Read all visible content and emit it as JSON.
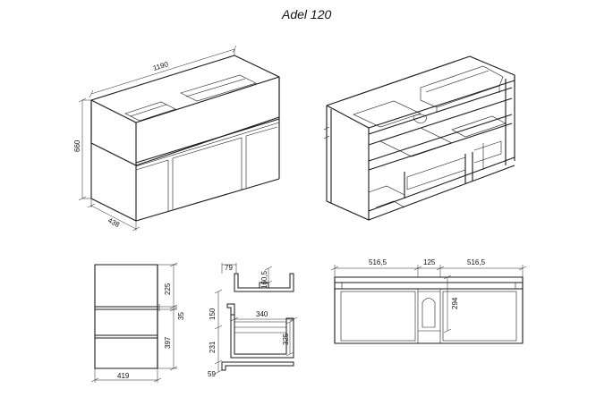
{
  "title": "Adel 120",
  "iso_view": {
    "width": "1190",
    "height": "660",
    "depth": "438"
  },
  "side_view": {
    "top_gap": "225",
    "rail": "35",
    "drawer": "397",
    "depth": "419"
  },
  "section_view": {
    "top_offset": "79",
    "top_shelf": "160,5",
    "opening_width": "340",
    "upper_height": "150",
    "lower_depth": "325",
    "lower_height": "231",
    "base": "59"
  },
  "plan_view": {
    "left_width": "516,5",
    "center_width": "125",
    "right_width": "516,5",
    "depth": "294"
  }
}
